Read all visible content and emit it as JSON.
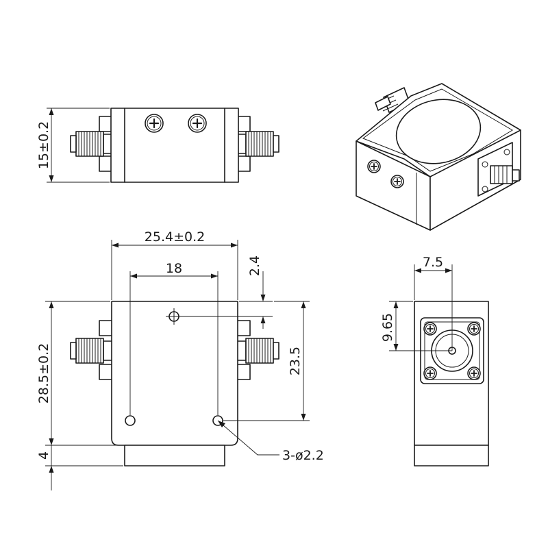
{
  "dimensions": {
    "height_side": "15±0.2",
    "width_total": "25.4±0.2",
    "hole_spacing": "18",
    "top_hole_offset": "2.4",
    "length_total": "28.5±0.2",
    "hole_vertical_spacing": "23.5",
    "base_step": "4",
    "holes_note": "3-ø2.2",
    "connector_offset_x": "7.5",
    "connector_offset_y": "9.65"
  },
  "colors": {
    "line": "#1a1a1a",
    "background": "#ffffff"
  }
}
